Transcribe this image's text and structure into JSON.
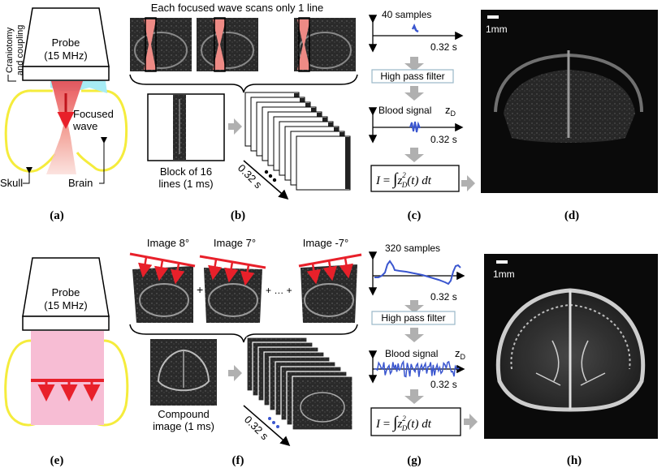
{
  "colors": {
    "skull_outline": "#f5ec3c",
    "focused_beam": "#e8474e",
    "coupling_gel": "#a7ecf5",
    "plane_wave_area": "#f7bdd4",
    "plane_wave_arrow": "#e8202a",
    "blood_signal": "#3a56cf",
    "filter_box_border": "#9ab8c8",
    "gray_arrow": "#b0b0b0"
  },
  "top": {
    "a": {
      "probe_label_line1": "Probe",
      "probe_label_line2": "(15 MHz)",
      "craniotomy_line1": "Craniotomy",
      "craniotomy_line2": "and coupling",
      "focused_line1": "Focused",
      "focused_line2": "wave",
      "skull": "Skull",
      "brain": "Brain",
      "caption": "(a)"
    },
    "b": {
      "title": "Each focused wave scans only 1 line",
      "block_line1": "Block of 16",
      "block_line2": "lines (1 ms)",
      "duration": "0.32 s",
      "caption": "(b)"
    },
    "c": {
      "samples": "40 samples",
      "time1": "0.32 s",
      "filter": "High pass filter",
      "blood_signal": "Blood signal",
      "zd": "z",
      "zd_sub": "D",
      "time2": "0.32 s",
      "caption": "(c)"
    },
    "d": {
      "scale": "1mm",
      "caption": "(d)"
    }
  },
  "bottom": {
    "e": {
      "probe_label_line1": "Probe",
      "probe_label_line2": "(15 MHz)",
      "caption": "(e)"
    },
    "f": {
      "image1": "Image 8°",
      "image2": "Image 7°",
      "image3": "Image -7°",
      "plus1": "+",
      "plus2": "+ … +",
      "compound_line1": "Compound",
      "compound_line2": "image (1 ms)",
      "duration": "0.32 s",
      "caption": "(f)"
    },
    "g": {
      "samples": "320 samples",
      "time1": "0.32 s",
      "filter": "High pass filter",
      "blood_signal": "Blood signal",
      "zd": "z",
      "zd_sub": "D",
      "time2": "0.32 s",
      "caption": "(g)"
    },
    "h": {
      "scale": "1mm",
      "caption": "(h)"
    }
  },
  "formula": {
    "I": "I",
    "eq": "=",
    "integrand": "z",
    "sub": "D",
    "sup": "2",
    "rest": "(t) dt"
  }
}
